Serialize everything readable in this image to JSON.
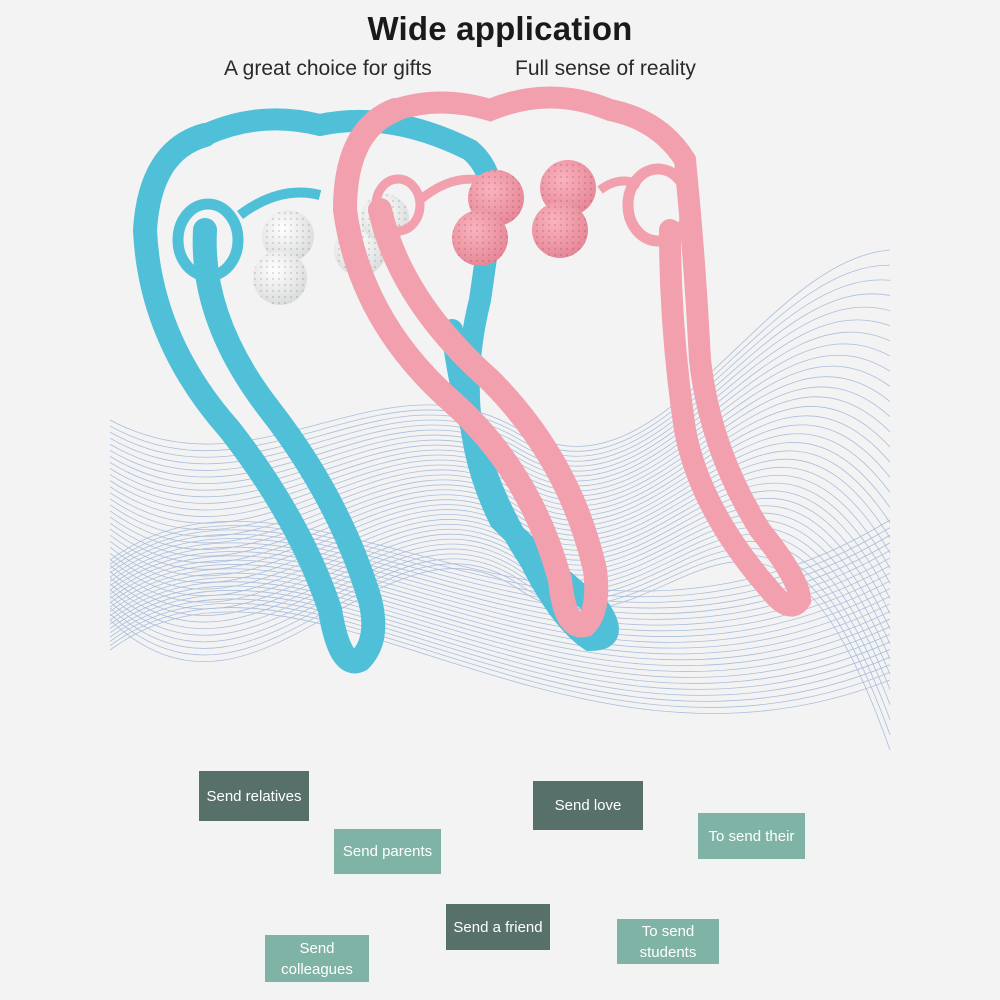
{
  "header": {
    "title": "Wide application",
    "subtitle_left": "A great choice for gifts",
    "subtitle_right": "Full sense of reality"
  },
  "product": {
    "icon_blue": "neck-massager-blue-icon",
    "icon_pink": "neck-massager-pink-icon"
  },
  "colors": {
    "blue": "#4fc0d8",
    "pink": "#f2a0ad",
    "wave": "#6f93c8",
    "tag_dark": "#58706a",
    "tag_light": "#7fb3a6"
  },
  "tags": [
    {
      "label": "Send relatives"
    },
    {
      "label": "Send love"
    },
    {
      "label": "To send their"
    },
    {
      "label": "Send parents"
    },
    {
      "label": "Send a friend"
    },
    {
      "label": "To send students"
    },
    {
      "label": "Send colleagues"
    }
  ]
}
